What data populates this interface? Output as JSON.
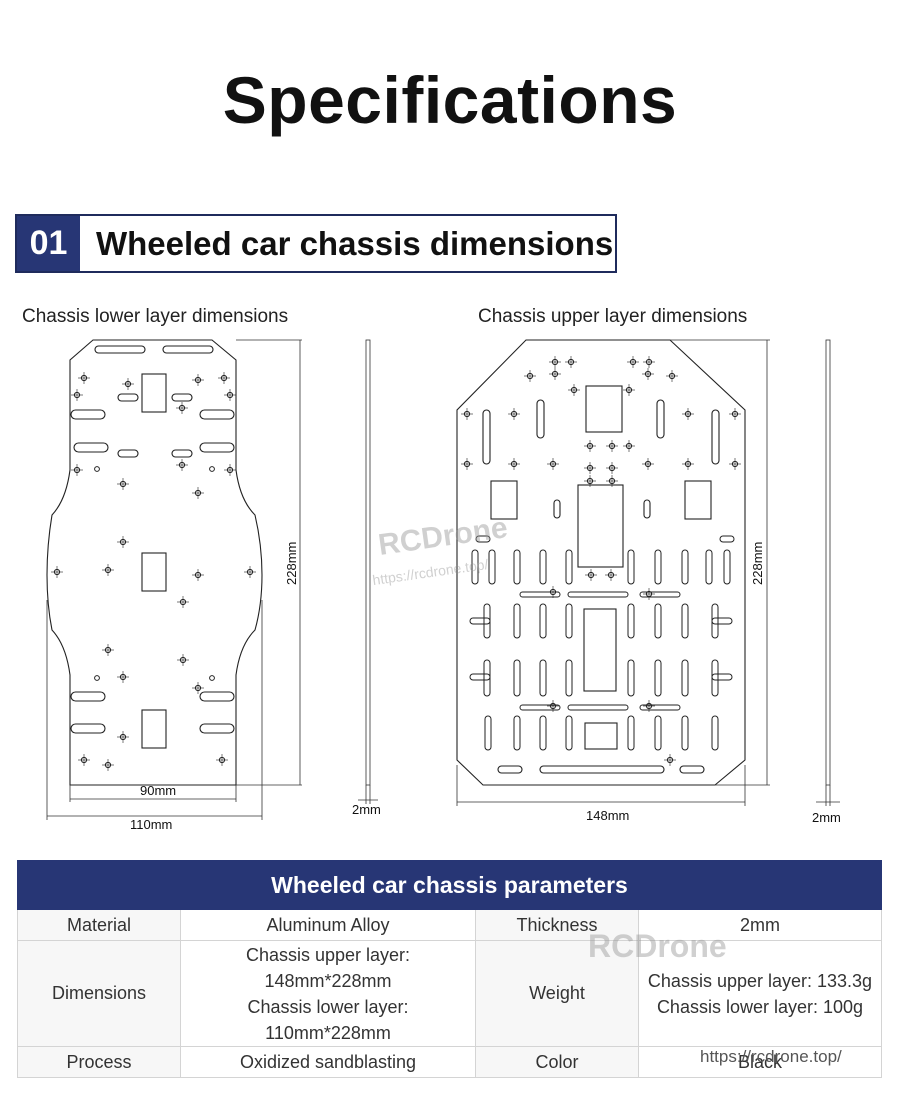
{
  "page_title": "Specifications",
  "section": {
    "number": "01",
    "title": "Wheeled car chassis dimensions"
  },
  "lower": {
    "caption": "Chassis lower layer dimensions",
    "inner_width": "90mm",
    "outer_width": "110mm",
    "length": "228mm",
    "thickness": "2mm"
  },
  "upper": {
    "caption": "Chassis upper layer dimensions",
    "width": "148mm",
    "length": "228mm",
    "thickness": "2mm"
  },
  "watermark": {
    "brand": "RCDrone",
    "url": "https://rcdrone.top/"
  },
  "table": {
    "title": "Wheeled car chassis parameters",
    "material_label": "Material",
    "material_value": "Aluminum Alloy",
    "thickness_label": "Thickness",
    "thickness_value": "2mm",
    "dimensions_label": "Dimensions",
    "dimensions_upper_label": "Chassis upper layer:",
    "dimensions_upper_value": "148mm*228mm",
    "dimensions_lower_label": "Chassis lower layer:",
    "dimensions_lower_value": "110mm*228mm",
    "weight_label": "Weight",
    "weight_upper": "Chassis upper layer:  133.3g",
    "weight_lower": "Chassis lower layer:  100g",
    "process_label": "Process",
    "process_value": "Oxidized sandblasting",
    "color_label": "Color",
    "color_value": "Black"
  },
  "footer_url": "https://rcdrone.top/"
}
